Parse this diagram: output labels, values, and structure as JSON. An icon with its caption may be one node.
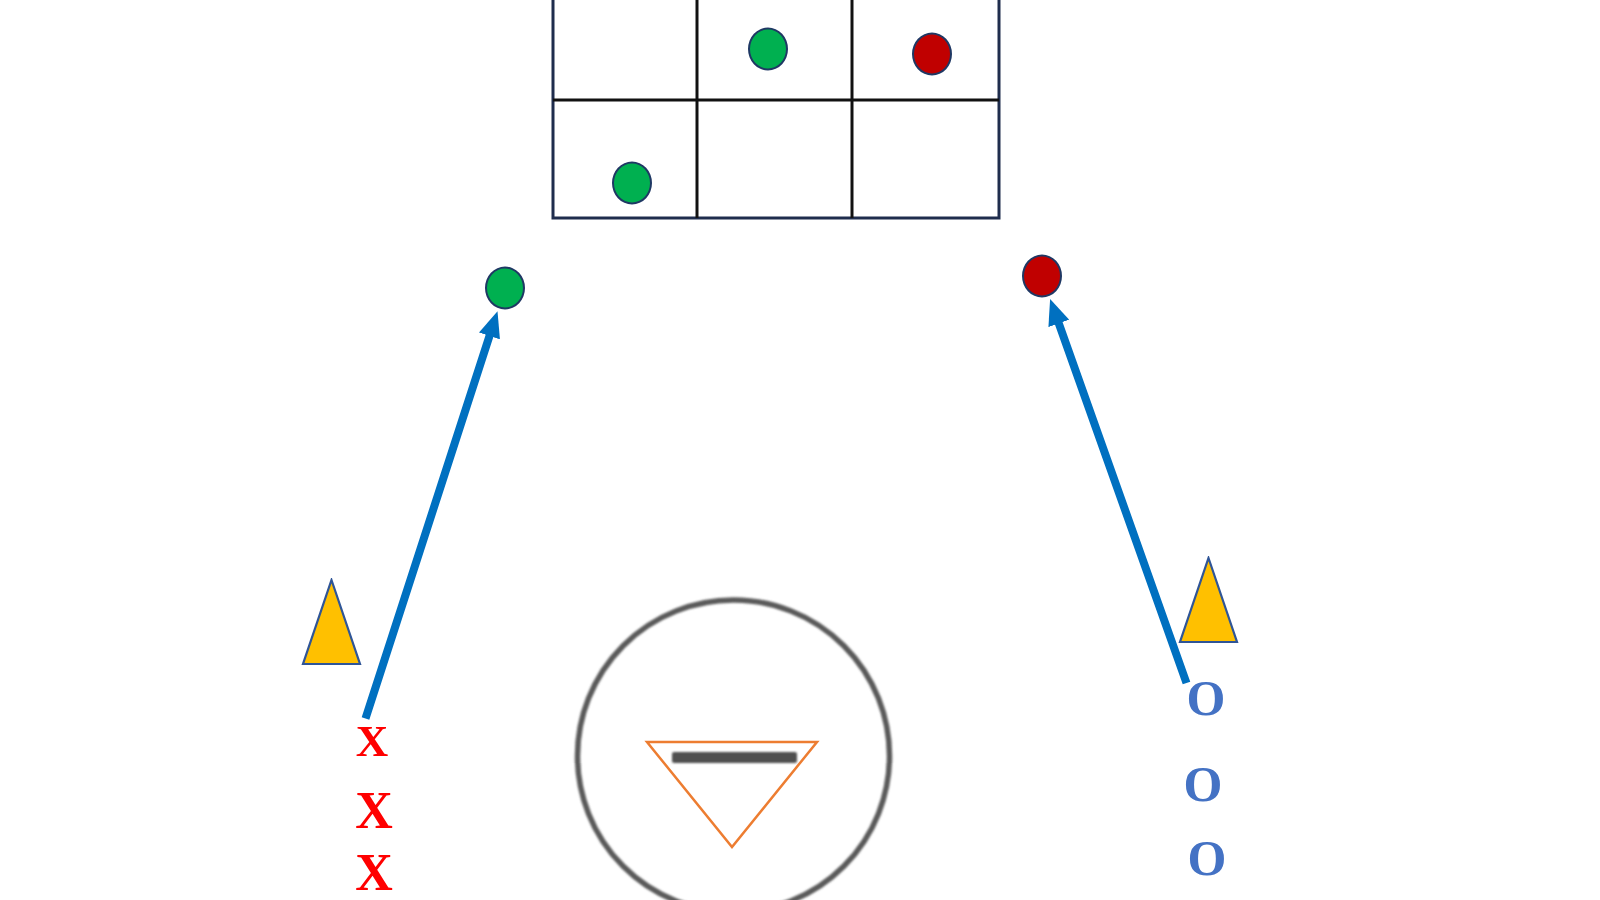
{
  "diagram": {
    "nodes": [
      {
        "text": [],
        "shape": "circle"
      },
      {
        "text": [],
        "shape": "circle"
      },
      {
        "text": [
          "X"
        ]
      },
      {
        "text": [
          "X"
        ]
      },
      {
        "text": [
          "X"
        ]
      },
      {
        "text": [
          "O"
        ]
      },
      {
        "text": [
          "O"
        ]
      },
      {
        "text": [
          "O"
        ]
      }
    ],
    "edges": [
      {
        "from": 2,
        "to": 0,
        "arrow": "to"
      },
      {
        "from": 5,
        "to": 1,
        "arrow": "to"
      }
    ]
  }
}
